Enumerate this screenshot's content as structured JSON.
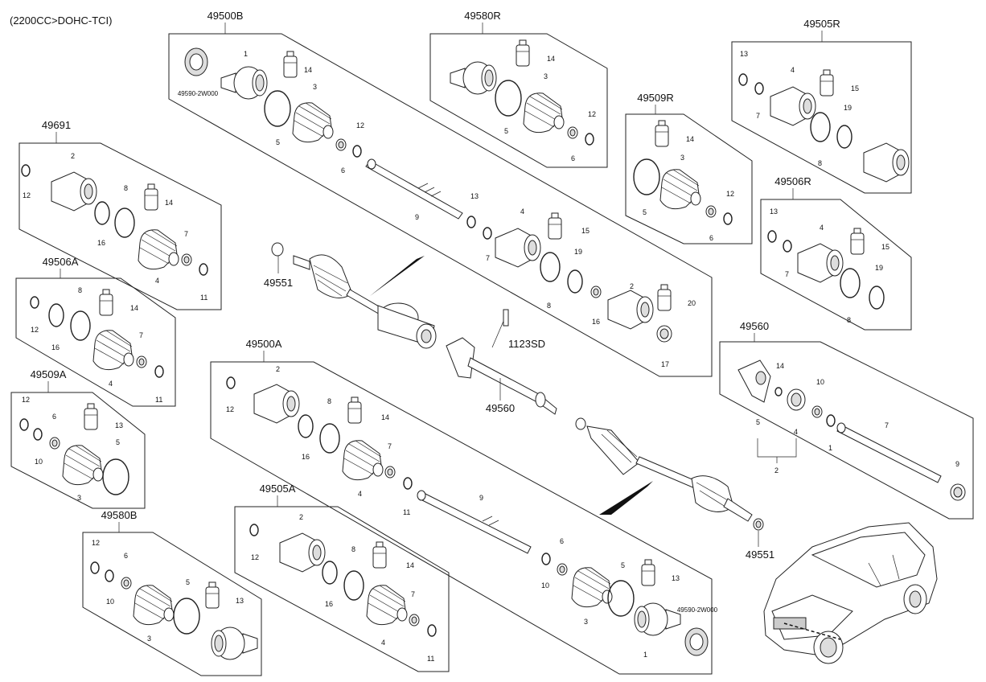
{
  "header": {
    "engine": "(2200CC>DOHC-TCI)"
  },
  "groups": {
    "g49500B": "49500B",
    "g49580R": "49580R",
    "g49505R": "49505R",
    "g49691": "49691",
    "g49509R": "49509R",
    "g49506R": "49506R",
    "g49506A": "49506A",
    "g49509A": "49509A",
    "g49580B": "49580B",
    "g49500A": "49500A",
    "g49505A": "49505A",
    "g49560": "49560"
  },
  "callouts": {
    "c49551_top": "49551",
    "c49551_bottom": "49551",
    "c1123SD": "1123SD",
    "c49560_shaft": "49560",
    "c49590_top": "49590-2W000",
    "c49590_bottom": "49590-2W000"
  },
  "icons": [
    "driveshaft-icon",
    "cv-joint-icon",
    "boot-icon",
    "grease-tube-icon",
    "ring-icon",
    "car-icon"
  ]
}
